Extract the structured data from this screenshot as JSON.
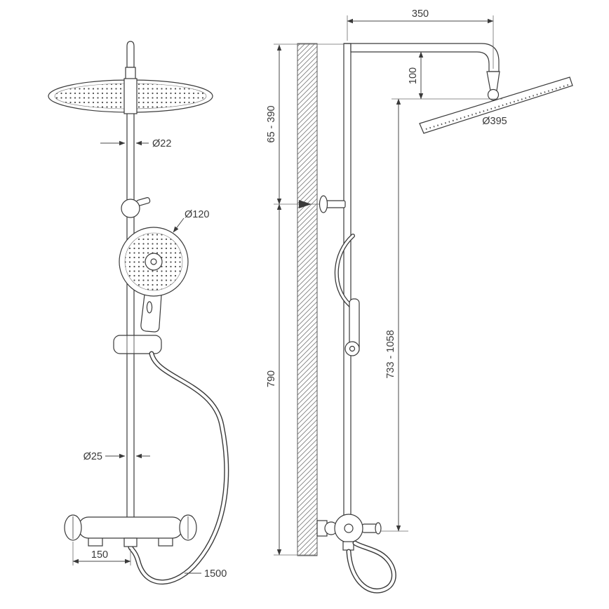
{
  "colors": {
    "line": "#3a3a3a",
    "dimension": "#4a4a4a",
    "background": "#ffffff"
  },
  "front_view": {
    "dimensions": {
      "riser_pipe_diameter": "Ø22",
      "hand_shower_diameter": "Ø120",
      "lower_pipe_diameter": "Ø25",
      "mixer_port_spacing": "150",
      "hose_length": "1500"
    }
  },
  "side_view": {
    "dimensions": {
      "arm_projection": "350",
      "head_drop": "100",
      "head_diameter": "Ø395",
      "upper_mount_range": "65 - 390",
      "mixer_height": "790",
      "head_height_range": "733 - 1058"
    }
  }
}
